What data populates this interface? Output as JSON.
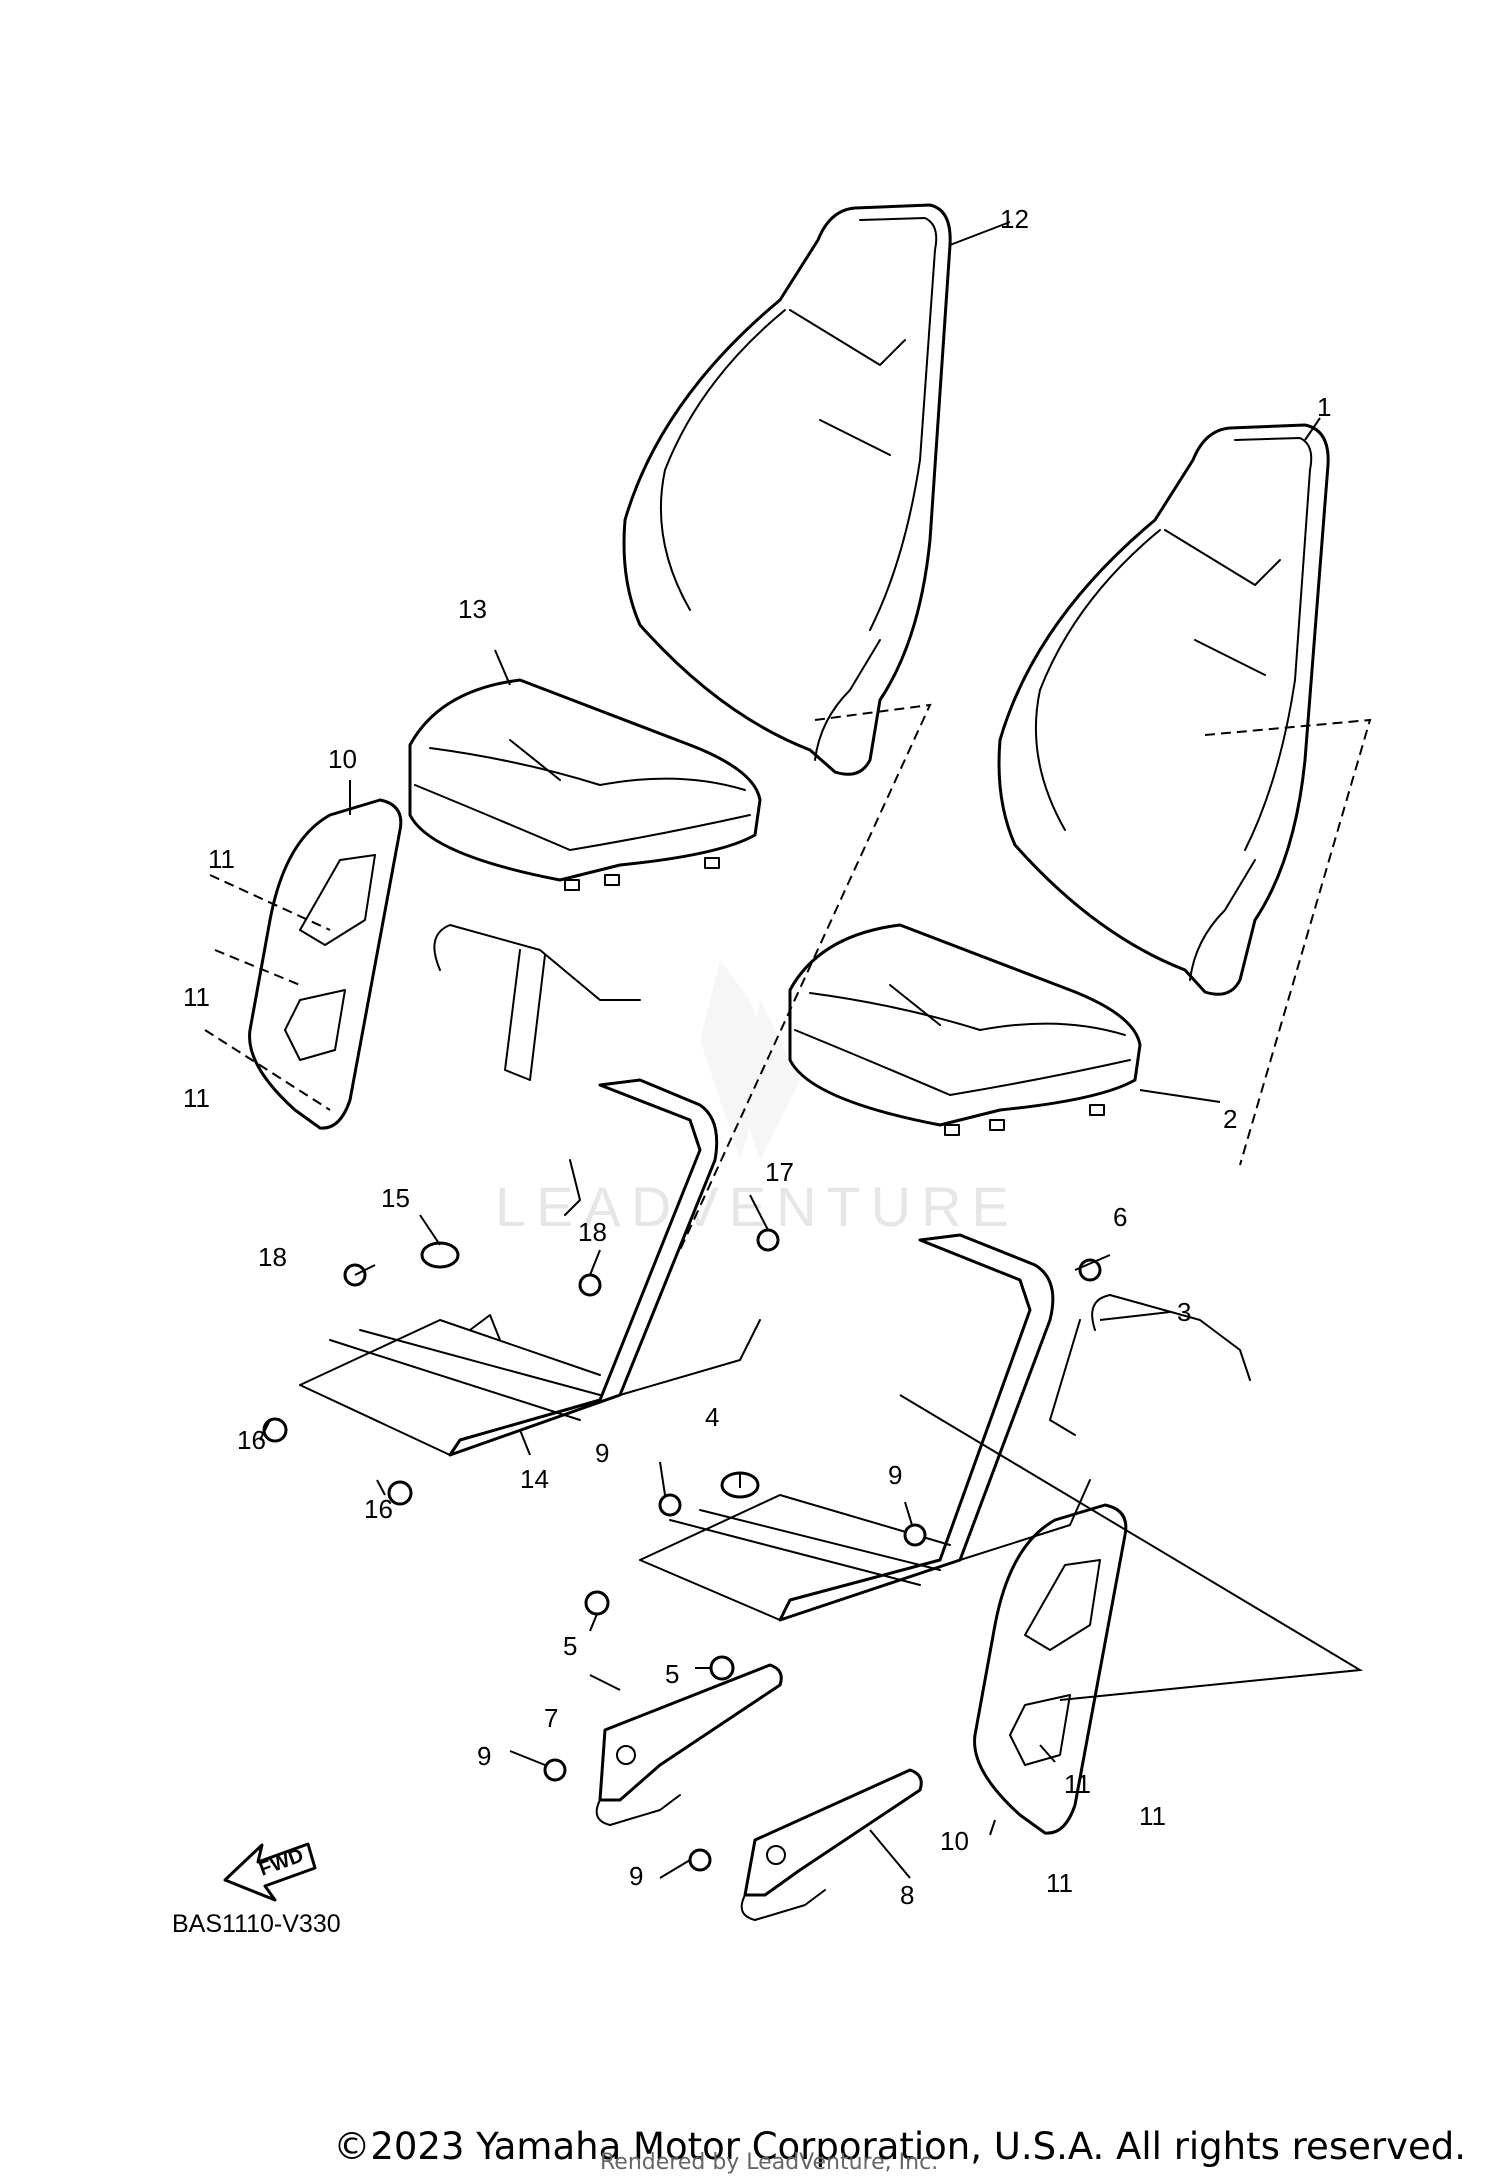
{
  "diagram": {
    "drawing_code": "BAS1110-V330",
    "fwd_label": "FWD",
    "watermark": "LEADVENTURE",
    "callouts": {
      "c1": "1",
      "c2": "2",
      "c3": "3",
      "c4": "4",
      "c5a": "5",
      "c5b": "5",
      "c6": "6",
      "c7": "7",
      "c8": "8",
      "c9a": "9",
      "c9b": "9",
      "c9c": "9",
      "c9d": "9",
      "c10a": "10",
      "c10b": "10",
      "c11a": "11",
      "c11b": "11",
      "c11c": "11",
      "c11d": "11",
      "c11e": "11",
      "c11f": "11",
      "c12": "12",
      "c13": "13",
      "c14": "14",
      "c15": "15",
      "c16a": "16",
      "c16b": "16",
      "c17": "17",
      "c18a": "18",
      "c18b": "18"
    }
  },
  "footer": {
    "copyright": "©2023 Yamaha Motor Corporation, U.S.A. All rights reserved.",
    "rendered_by": "Rendered by LeadVenture, Inc."
  }
}
